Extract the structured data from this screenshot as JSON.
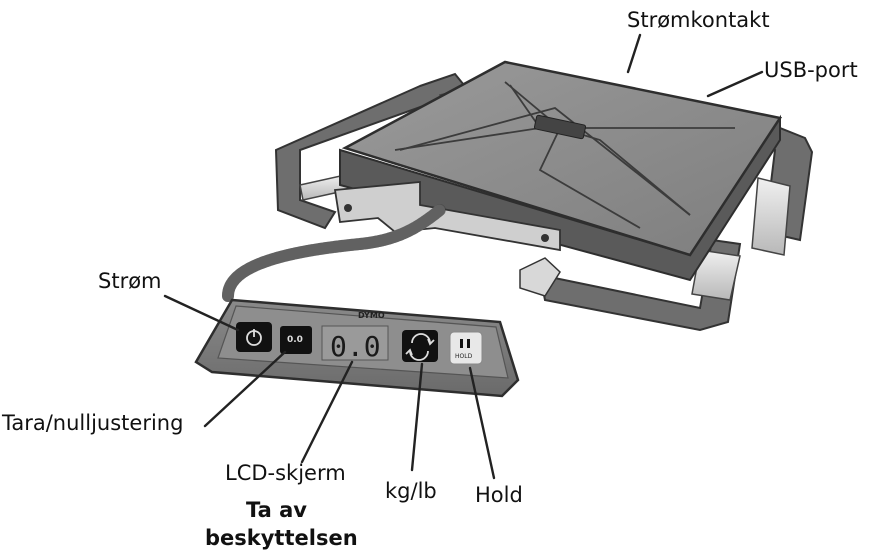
{
  "labels": {
    "power_connector": "Strømkontakt",
    "usb_port": "USB-port",
    "power": "Strøm",
    "tare_zero": "Tara/nulljustering",
    "lcd_screen": "LCD-skjerm",
    "remove_protection_line1": "Ta av",
    "remove_protection_line2": "beskyttelsen",
    "kg_lb": "kg/lb",
    "hold": "Hold"
  },
  "device": {
    "brand_text": "DYMO",
    "lcd_digits": "0.0",
    "tare_button_text": "0.0",
    "hold_button_text": "HOLD"
  },
  "colors": {
    "platform_top": "#8c8c8c",
    "platform_side": "#5a5a5a",
    "handle": "#6e6e6e",
    "panel": "#7a7a7a",
    "button_dark": "#111111",
    "hold_button": "#e8e8e8"
  }
}
